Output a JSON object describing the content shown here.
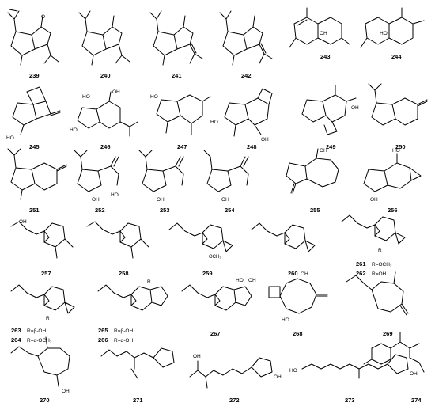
{
  "figure": {
    "compounds": [
      {
        "number": "239"
      },
      {
        "number": "240"
      },
      {
        "number": "241"
      },
      {
        "number": "242"
      },
      {
        "number": "243"
      },
      {
        "number": "244"
      },
      {
        "number": "245"
      },
      {
        "number": "246"
      },
      {
        "number": "247"
      },
      {
        "number": "248"
      },
      {
        "number": "249"
      },
      {
        "number": "250"
      },
      {
        "number": "251"
      },
      {
        "number": "252"
      },
      {
        "number": "253"
      },
      {
        "number": "254"
      },
      {
        "number": "255"
      },
      {
        "number": "256"
      },
      {
        "number": "257"
      },
      {
        "number": "258"
      },
      {
        "number": "259"
      },
      {
        "number": "260"
      },
      {
        "number": "261"
      },
      {
        "number": "262"
      },
      {
        "number": "263"
      },
      {
        "number": "264"
      },
      {
        "number": "265"
      },
      {
        "number": "266"
      },
      {
        "number": "267"
      },
      {
        "number": "268"
      },
      {
        "number": "269"
      },
      {
        "number": "270"
      },
      {
        "number": "271"
      },
      {
        "number": "272"
      },
      {
        "number": "273"
      },
      {
        "number": "274"
      }
    ],
    "annotations": {
      "c261_r": "R=OCH₃",
      "c262_r": "R=OH",
      "c263_r": "R=β-OH",
      "c264_r": "R=α-OCH₃",
      "c265_r": "R=β-OH",
      "c266_r": "R=α-OH",
      "ho": "HO",
      "oh": "OH",
      "o": "O",
      "r": "R",
      "ooh_o": "O",
      "och3": "OCH₃"
    }
  }
}
